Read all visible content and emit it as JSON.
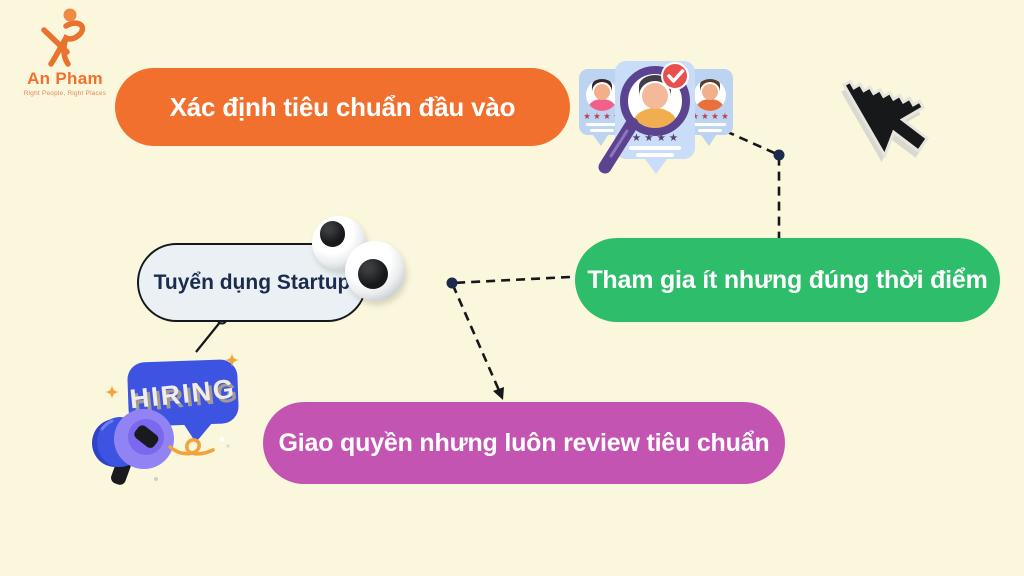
{
  "brand": {
    "name": "An Pham",
    "tagline": "Right People, Right Places"
  },
  "diagram": {
    "center_bubble": {
      "label": "Tuyển dụng Startup"
    },
    "nodes": [
      {
        "id": "input-standard",
        "label": "Xác định tiêu chuẩn đầu vào"
      },
      {
        "id": "right-timing",
        "label": "Tham gia ít nhưng đúng thời điểm"
      },
      {
        "id": "delegate-review",
        "label": "Giao quyền nhưng luôn review tiêu chuẩn"
      }
    ]
  },
  "illustrations": {
    "hiring": {
      "label": "HIRING"
    },
    "candidates": {
      "stars": "★ ★ ★ ★",
      "check_icon": "checkmark",
      "magnifier_icon": "magnifying-glass"
    },
    "cursor": {
      "icon": "pixel-arrow-cursor"
    },
    "googly_eyes": "googly-eyes"
  },
  "colors": {
    "bg": "#FAF7DC",
    "orange": "#F2702D",
    "green": "#2EBD6B",
    "purple": "#C454B2",
    "navy": "#1B2B4E",
    "ink": "#15171C",
    "bubbleBg": "#EAF0F3",
    "hiringBlue": "#3D53E2",
    "coneLight": "#9183F3",
    "coneDark": "#7A68EE",
    "cardBlue": "#C9DDF8",
    "cardBlueSide": "#BCD3F2",
    "badgeRed": "#E8504F",
    "magnifierPurple": "#5C4390",
    "sparkleOrange": "#F2A43A",
    "cursorLight": "#D9D9D0"
  }
}
